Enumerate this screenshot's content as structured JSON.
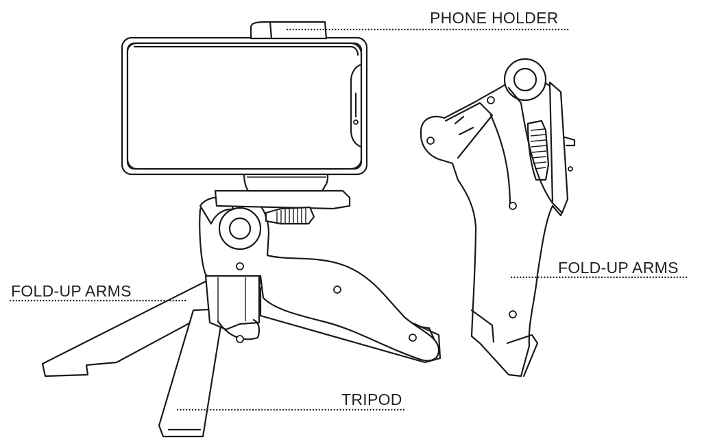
{
  "callouts": {
    "phone_holder": "PHONE HOLDER",
    "fold_up_arms_left": "FOLD-UP ARMS",
    "fold_up_arms_right": "FOLD-UP ARMS",
    "tripod": "TRIPOD"
  },
  "icons": [
    "phone-holder-illustration",
    "tripod-illustration",
    "folded-grip-illustration"
  ]
}
